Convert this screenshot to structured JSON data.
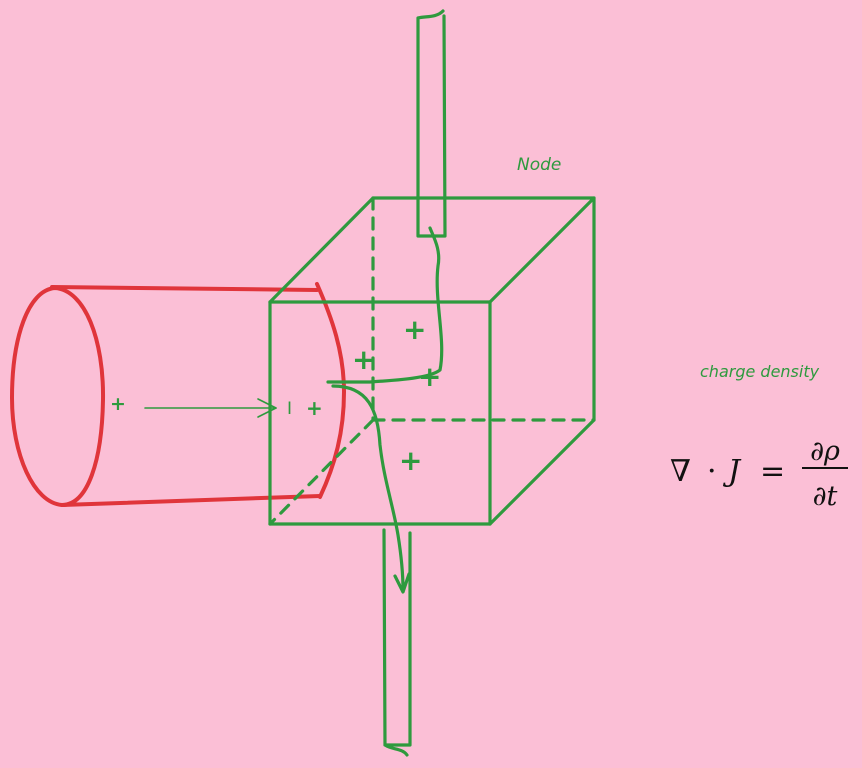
{
  "labels": {
    "node": "Node",
    "charge_density": "charge density",
    "current": "I",
    "plus": "+"
  },
  "equation": {
    "nabla": "∇",
    "dot": "·",
    "lhs_var": "J",
    "equals": "=",
    "numerator": "∂ρ",
    "denominator": "∂t"
  },
  "colors": {
    "background": "#fbbfd6",
    "node_cube": "#2e9a3e",
    "wire_in": "#e0353b",
    "equation_text": "#111111"
  }
}
